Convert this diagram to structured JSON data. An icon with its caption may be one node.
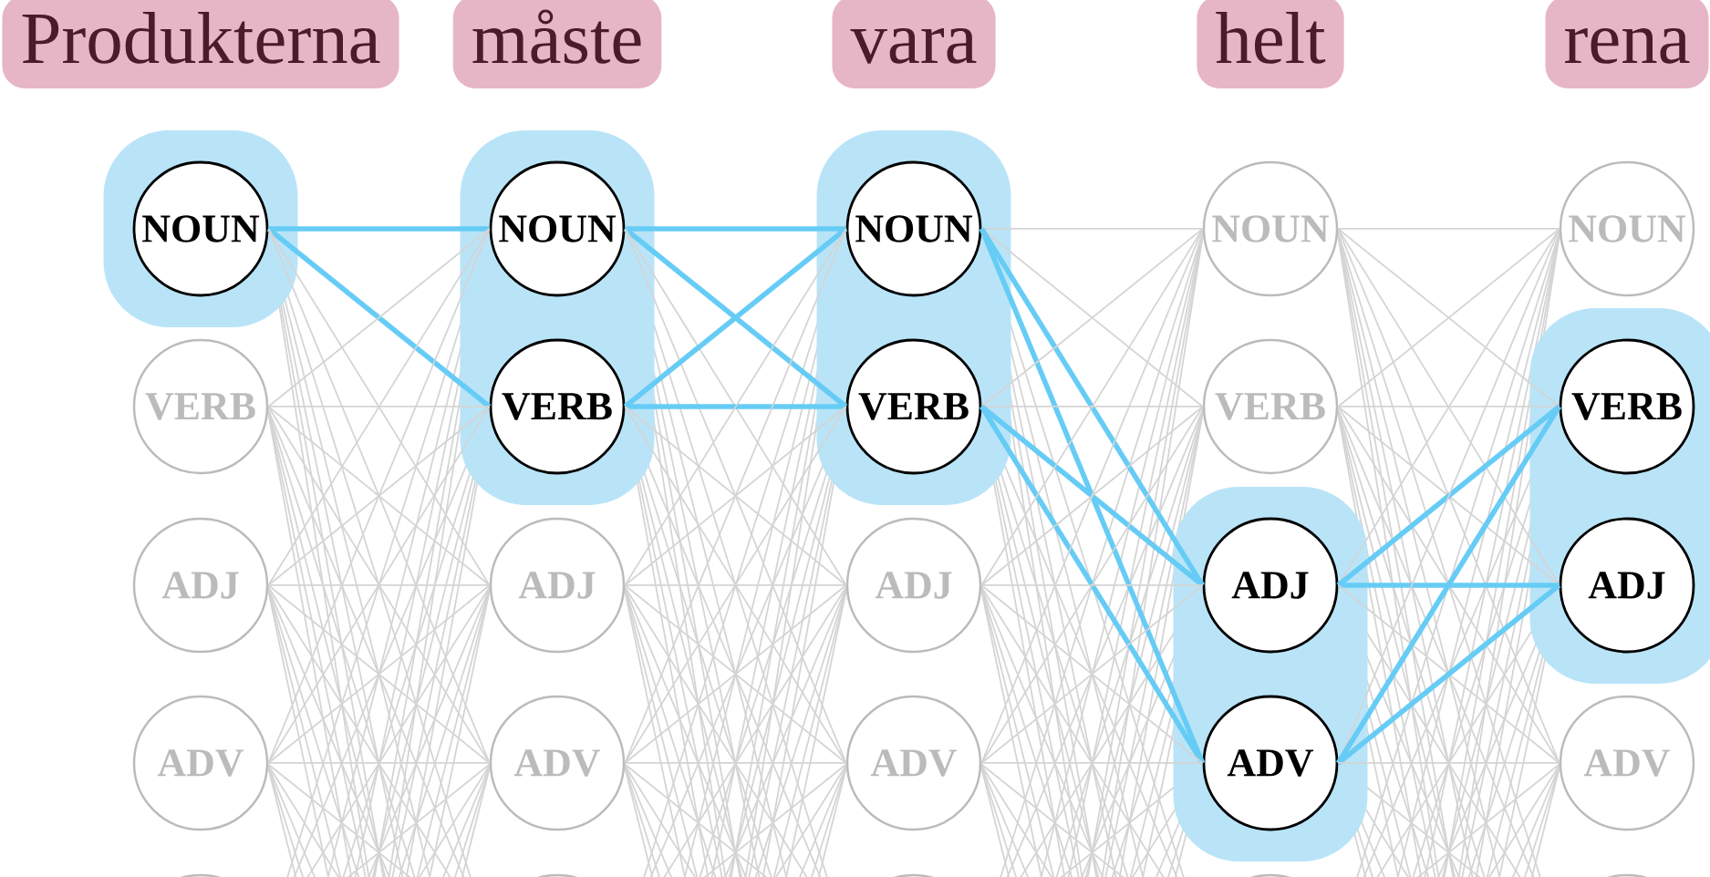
{
  "diagram": {
    "nodes": [
      {
        "text": [
          "Produkterna"
        ]
      },
      {
        "text": [
          "måste"
        ]
      },
      {
        "text": [
          "vara"
        ]
      },
      {
        "text": [
          "helt"
        ]
      },
      {
        "text": [
          "rena"
        ]
      },
      {
        "text": [],
        "shape": "box"
      },
      {
        "text": [
          "NOUN"
        ],
        "in": 5
      },
      {
        "text": [
          "VERB"
        ]
      },
      {
        "text": [
          "ADJ"
        ]
      },
      {
        "text": [
          "ADV"
        ]
      },
      {
        "text": [],
        "shape": "box"
      },
      {
        "text": [
          "NOUN"
        ],
        "in": 10
      },
      {
        "text": [
          "VERB"
        ],
        "in": 10
      },
      {
        "text": [
          "ADJ"
        ]
      },
      {
        "text": [
          "ADV"
        ]
      },
      {
        "text": [],
        "shape": "box"
      },
      {
        "text": [
          "NOUN"
        ],
        "in": 15
      },
      {
        "text": [
          "VERB"
        ],
        "in": 15
      },
      {
        "text": [
          "ADJ"
        ]
      },
      {
        "text": [
          "ADV"
        ]
      },
      {
        "text": [],
        "shape": "box"
      },
      {
        "text": [
          "NOUN"
        ]
      },
      {
        "text": [
          "VERB"
        ]
      },
      {
        "text": [
          "ADJ"
        ],
        "in": 20
      },
      {
        "text": [
          "ADV"
        ],
        "in": 20
      },
      {
        "text": [],
        "shape": "box"
      },
      {
        "text": [
          "NOUN"
        ]
      },
      {
        "text": [
          "VERB"
        ],
        "in": 25
      },
      {
        "text": [
          "ADJ"
        ],
        "in": 25
      },
      {
        "text": [
          "ADV"
        ]
      }
    ],
    "edges": [
      {
        "from": 6,
        "to": 11,
        "arrow": "none",
        "style": "thick",
        "color": "#66ccf5"
      },
      {
        "from": 6,
        "to": 12,
        "arrow": "none",
        "style": "thick",
        "color": "#66ccf5"
      },
      {
        "from": 6,
        "to": 13,
        "arrow": "none"
      },
      {
        "from": 6,
        "to": 14,
        "arrow": "none"
      },
      {
        "from": 7,
        "to": 11,
        "arrow": "none"
      },
      {
        "from": 7,
        "to": 12,
        "arrow": "none"
      },
      {
        "from": 7,
        "to": 13,
        "arrow": "none"
      },
      {
        "from": 7,
        "to": 14,
        "arrow": "none"
      },
      {
        "from": 8,
        "to": 11,
        "arrow": "none"
      },
      {
        "from": 8,
        "to": 12,
        "arrow": "none"
      },
      {
        "from": 8,
        "to": 13,
        "arrow": "none"
      },
      {
        "from": 8,
        "to": 14,
        "arrow": "none"
      },
      {
        "from": 9,
        "to": 11,
        "arrow": "none"
      },
      {
        "from": 9,
        "to": 12,
        "arrow": "none"
      },
      {
        "from": 9,
        "to": 13,
        "arrow": "none"
      },
      {
        "from": 9,
        "to": 14,
        "arrow": "none"
      },
      {
        "from": 11,
        "to": 16,
        "arrow": "none",
        "style": "thick",
        "color": "#66ccf5"
      },
      {
        "from": 11,
        "to": 17,
        "arrow": "none",
        "style": "thick",
        "color": "#66ccf5"
      },
      {
        "from": 11,
        "to": 18,
        "arrow": "none"
      },
      {
        "from": 11,
        "to": 19,
        "arrow": "none"
      },
      {
        "from": 12,
        "to": 16,
        "arrow": "none",
        "style": "thick",
        "color": "#66ccf5"
      },
      {
        "from": 12,
        "to": 17,
        "arrow": "none",
        "style": "thick",
        "color": "#66ccf5"
      },
      {
        "from": 12,
        "to": 18,
        "arrow": "none"
      },
      {
        "from": 12,
        "to": 19,
        "arrow": "none"
      },
      {
        "from": 13,
        "to": 16,
        "arrow": "none"
      },
      {
        "from": 13,
        "to": 17,
        "arrow": "none"
      },
      {
        "from": 13,
        "to": 18,
        "arrow": "none"
      },
      {
        "from": 13,
        "to": 19,
        "arrow": "none"
      },
      {
        "from": 14,
        "to": 16,
        "arrow": "none"
      },
      {
        "from": 14,
        "to": 17,
        "arrow": "none"
      },
      {
        "from": 14,
        "to": 18,
        "arrow": "none"
      },
      {
        "from": 14,
        "to": 19,
        "arrow": "none"
      },
      {
        "from": 16,
        "to": 21,
        "arrow": "none"
      },
      {
        "from": 16,
        "to": 22,
        "arrow": "none"
      },
      {
        "from": 16,
        "to": 23,
        "arrow": "none",
        "style": "thick",
        "color": "#66ccf5"
      },
      {
        "from": 16,
        "to": 24,
        "arrow": "none",
        "style": "thick",
        "color": "#66ccf5"
      },
      {
        "from": 17,
        "to": 21,
        "arrow": "none"
      },
      {
        "from": 17,
        "to": 22,
        "arrow": "none"
      },
      {
        "from": 17,
        "to": 23,
        "arrow": "none",
        "style": "thick",
        "color": "#66ccf5"
      },
      {
        "from": 17,
        "to": 24,
        "arrow": "none",
        "style": "thick",
        "color": "#66ccf5"
      },
      {
        "from": 18,
        "to": 21,
        "arrow": "none"
      },
      {
        "from": 18,
        "to": 22,
        "arrow": "none"
      },
      {
        "from": 18,
        "to": 23,
        "arrow": "none"
      },
      {
        "from": 18,
        "to": 24,
        "arrow": "none"
      },
      {
        "from": 19,
        "to": 21,
        "arrow": "none"
      },
      {
        "from": 19,
        "to": 22,
        "arrow": "none"
      },
      {
        "from": 19,
        "to": 23,
        "arrow": "none"
      },
      {
        "from": 19,
        "to": 24,
        "arrow": "none"
      },
      {
        "from": 21,
        "to": 26,
        "arrow": "none"
      },
      {
        "from": 21,
        "to": 27,
        "arrow": "none"
      },
      {
        "from": 21,
        "to": 28,
        "arrow": "none"
      },
      {
        "from": 21,
        "to": 29,
        "arrow": "none"
      },
      {
        "from": 22,
        "to": 26,
        "arrow": "none"
      },
      {
        "from": 22,
        "to": 27,
        "arrow": "none"
      },
      {
        "from": 22,
        "to": 28,
        "arrow": "none"
      },
      {
        "from": 22,
        "to": 29,
        "arrow": "none"
      },
      {
        "from": 23,
        "to": 26,
        "arrow": "none"
      },
      {
        "from": 23,
        "to": 27,
        "arrow": "none",
        "style": "thick",
        "color": "#66ccf5"
      },
      {
        "from": 23,
        "to": 28,
        "arrow": "none",
        "style": "thick",
        "color": "#66ccf5"
      },
      {
        "from": 23,
        "to": 29,
        "arrow": "none"
      },
      {
        "from": 24,
        "to": 26,
        "arrow": "none"
      },
      {
        "from": 24,
        "to": 27,
        "arrow": "none",
        "style": "thick",
        "color": "#66ccf5"
      },
      {
        "from": 24,
        "to": 28,
        "arrow": "none",
        "style": "thick",
        "color": "#66ccf5"
      },
      {
        "from": 24,
        "to": 29,
        "arrow": "none"
      }
    ]
  }
}
